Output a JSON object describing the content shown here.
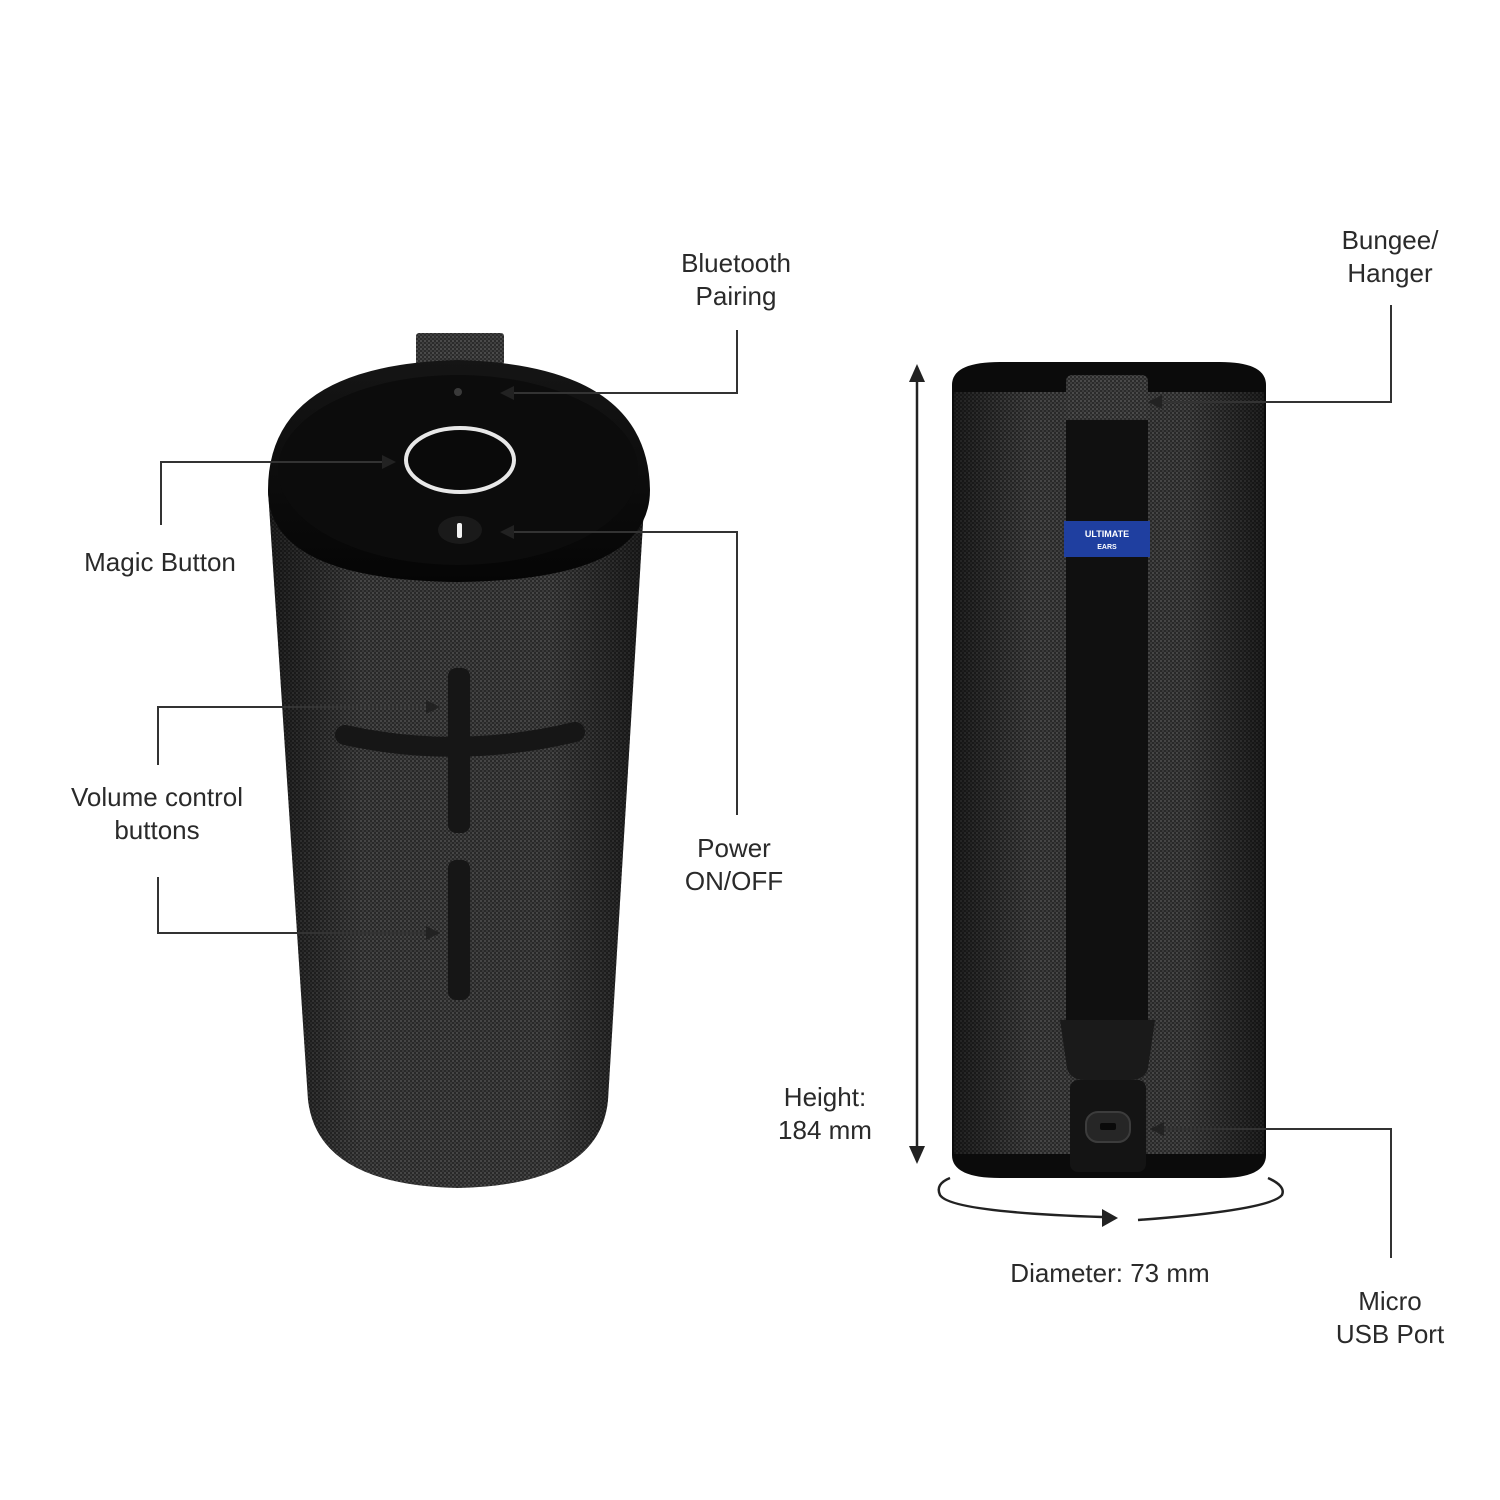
{
  "callouts": {
    "bluetooth_pairing": [
      "Bluetooth",
      "Pairing"
    ],
    "magic_button": [
      "Magic Button"
    ],
    "volume_control": [
      "Volume control",
      "buttons"
    ],
    "power": [
      "Power",
      "ON/OFF"
    ],
    "bungee_hanger": [
      "Bungee/",
      "Hanger"
    ],
    "micro_usb": [
      "Micro",
      "USB Port"
    ]
  },
  "dimensions": {
    "height": [
      "Height:",
      "184 mm"
    ],
    "diameter": "Diameter: 73 mm"
  },
  "brand_label": [
    "ULTIMATE",
    "EARS"
  ],
  "colors": {
    "speaker_body": "#1c1c1c",
    "fabric": "#3a3a3a",
    "strap": "#111111",
    "brand_badge": "#1f3fa0",
    "line": "#333333"
  }
}
